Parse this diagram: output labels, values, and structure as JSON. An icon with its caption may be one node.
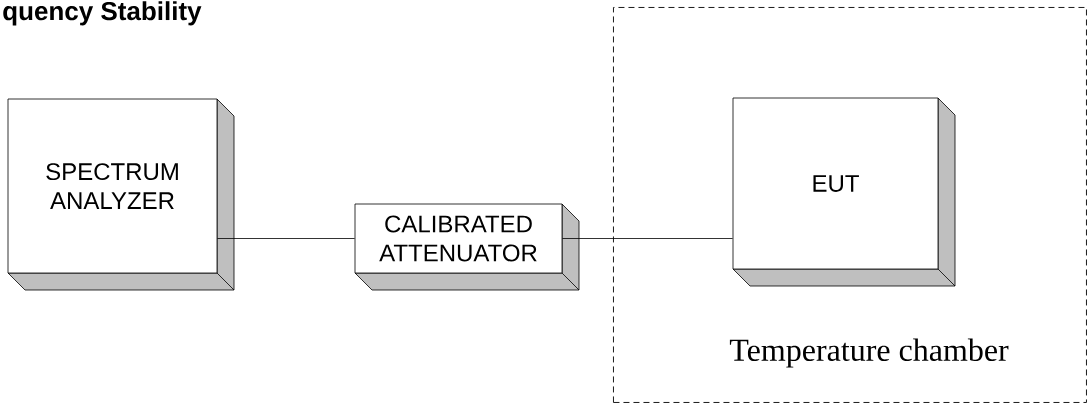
{
  "diagram": {
    "title": "quency Stability",
    "nodes": [
      {
        "text": [
          "SPECTRUM ANALYZER"
        ]
      },
      {
        "text": [
          "CALIBRATED ATTENUATOR"
        ]
      },
      {
        "text": [
          "Temperature chamber"
        ]
      },
      {
        "text": [
          "EUT"
        ],
        "in": 2
      }
    ],
    "edges": [
      {
        "from": 0,
        "to": 1,
        "arrow": "none"
      },
      {
        "from": 1,
        "to": 3,
        "arrow": "none"
      }
    ]
  }
}
